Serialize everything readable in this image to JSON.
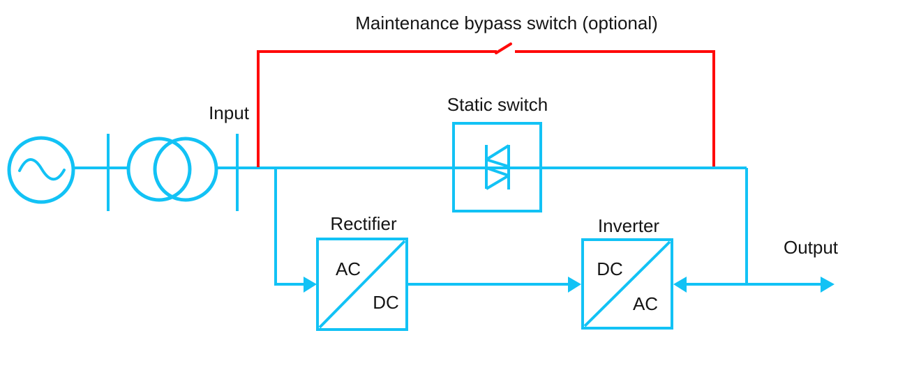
{
  "colors": {
    "line": "#12c2f5",
    "bypass": "#ff0a0a",
    "text": "#151515",
    "bg": "#ffffff"
  },
  "labels": {
    "bypass_title": "Maintenance bypass switch (optional)",
    "input": "Input",
    "static_switch": "Static switch",
    "rectifier": "Rectifier",
    "inverter": "Inverter",
    "output": "Output"
  },
  "ports": {
    "rectifier_in": "AC",
    "rectifier_out": "DC",
    "inverter_in": "DC",
    "inverter_out": "AC"
  },
  "icons": {
    "ac_source": "circle-with-sine-wave",
    "busbar": "vertical-bar-tick",
    "transformer": "two-overlapping-circles",
    "static_switch": "triac-antiparallel-thyristors",
    "bypass_switch": "open-switch-blade",
    "flow_arrow": "filled-triangle-arrowhead"
  }
}
